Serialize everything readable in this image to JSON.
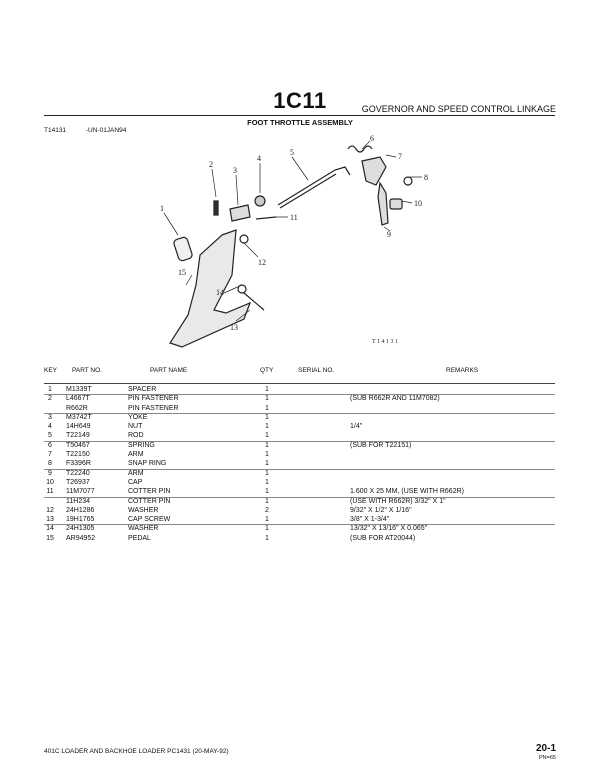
{
  "header": {
    "page_code": "1C11",
    "section_title": "GOVERNOR AND SPEED CONTROL LINKAGE",
    "assembly_title": "FOOT THROTTLE ASSEMBLY",
    "figure_id": "T14131",
    "figure_date": "-UN-01JAN94"
  },
  "illustration": {
    "callouts": [
      "1",
      "2",
      "3",
      "4",
      "5",
      "6",
      "7",
      "8",
      "9",
      "10",
      "11",
      "12",
      "13",
      "14",
      "15"
    ],
    "drawing_number": "T 1 4 1 3 1"
  },
  "table": {
    "headers": {
      "key": "KEY",
      "part_no": "PART NO.",
      "part_name": "PART NAME",
      "qty": "QTY",
      "serial_no": "SERIAL NO.",
      "remarks": "REMARKS"
    },
    "rows": [
      {
        "key": "1",
        "part": "M1339T",
        "name": "SPACER",
        "qty": "1",
        "remarks": ""
      },
      {
        "key": "2",
        "part": "L4667T",
        "name": "PIN FASTENER",
        "qty": "1",
        "remarks": "(SUB R662R AND 11M7082)"
      },
      {
        "key": "",
        "part": "R662R",
        "name": "PIN FASTENER",
        "qty": "1",
        "remarks": ""
      },
      {
        "key": "3",
        "part": "M3742T",
        "name": "YOKE",
        "qty": "1",
        "remarks": ""
      },
      {
        "key": "4",
        "part": "14H649",
        "name": "NUT",
        "qty": "1",
        "remarks": "1/4\""
      },
      {
        "key": "5",
        "part": "T22149",
        "name": "ROD",
        "qty": "1",
        "remarks": ""
      },
      {
        "key": "6",
        "part": "T50467",
        "name": "SPRING",
        "qty": "1",
        "remarks": "(SUB FOR T22151)"
      },
      {
        "key": "7",
        "part": "T22150",
        "name": "ARM",
        "qty": "1",
        "remarks": ""
      },
      {
        "key": "8",
        "part": "F3396R",
        "name": "SNAP RING",
        "qty": "1",
        "remarks": ""
      },
      {
        "key": "9",
        "part": "T22240",
        "name": "ARM",
        "qty": "1",
        "remarks": ""
      },
      {
        "key": "10",
        "part": "T26937",
        "name": "CAP",
        "qty": "1",
        "remarks": ""
      },
      {
        "key": "11",
        "part": "11M7077",
        "name": "COTTER PIN",
        "qty": "1",
        "remarks": "1.600 X 25 MM, (USE WITH R662R)"
      },
      {
        "key": "",
        "part": "11H234",
        "name": "COTTER PIN",
        "qty": "1",
        "remarks": "(USE WITH R662R) 3/32\" X 1\""
      },
      {
        "key": "12",
        "part": "24H1286",
        "name": "WASHER",
        "qty": "2",
        "remarks": "9/32\" X 1/2\" X 1/16\""
      },
      {
        "key": "13",
        "part": "19H1765",
        "name": "CAP SCREW",
        "qty": "1",
        "remarks": "3/8\" X 1-3/4\""
      },
      {
        "key": "14",
        "part": "24H1305",
        "name": "WASHER",
        "qty": "1",
        "remarks": "13/32\" X 13/16\" X 0.065\""
      },
      {
        "key": "15",
        "part": "AR94952",
        "name": "PEDAL",
        "qty": "1",
        "remarks": "(SUB FOR AT20044)"
      }
    ]
  },
  "footer": {
    "publication": "401C LOADER AND BACKHOE LOADER   PC1431   (20-MAY-92)",
    "page_number": "20-1",
    "page_code": "PN=65"
  }
}
